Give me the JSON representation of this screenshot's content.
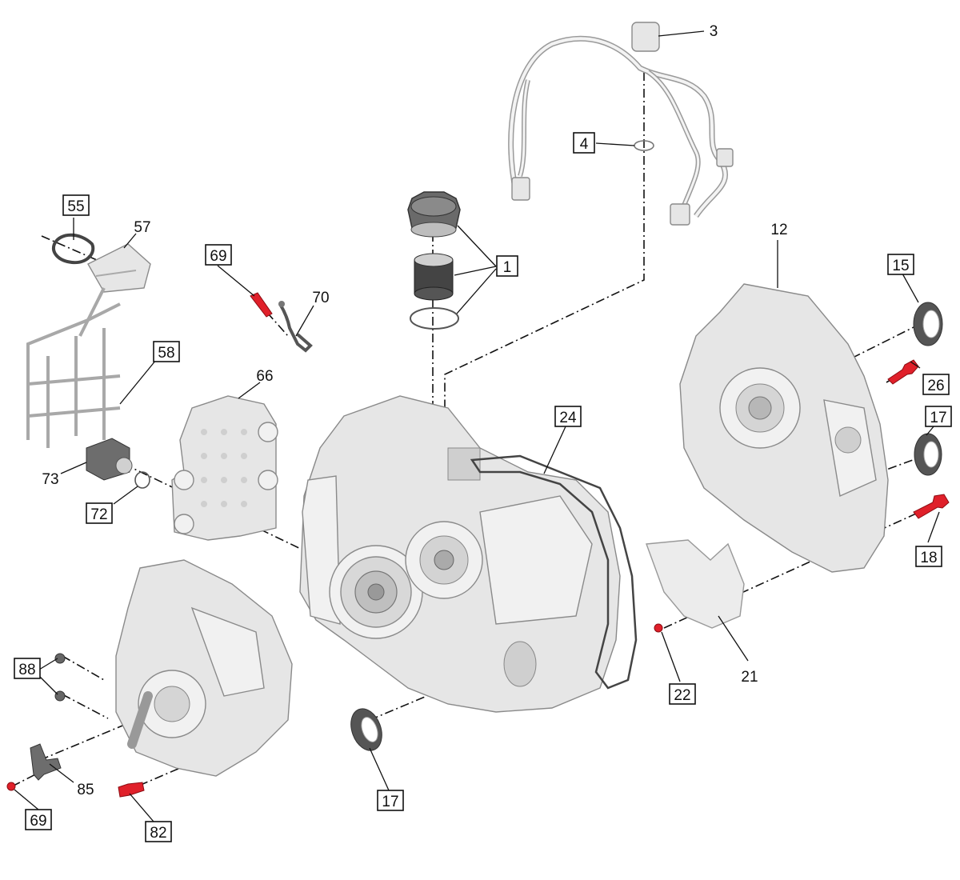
{
  "callouts": [
    {
      "id": "c1",
      "label": "1",
      "boxed": true
    },
    {
      "id": "c3",
      "label": "3",
      "boxed": false
    },
    {
      "id": "c4",
      "label": "4",
      "boxed": true
    },
    {
      "id": "c12",
      "label": "12",
      "boxed": false
    },
    {
      "id": "c15",
      "label": "15",
      "boxed": true
    },
    {
      "id": "c17a",
      "label": "17",
      "boxed": true
    },
    {
      "id": "c17b",
      "label": "17",
      "boxed": true
    },
    {
      "id": "c18",
      "label": "18",
      "boxed": true
    },
    {
      "id": "c21",
      "label": "21",
      "boxed": false
    },
    {
      "id": "c22",
      "label": "22",
      "boxed": true
    },
    {
      "id": "c24",
      "label": "24",
      "boxed": true
    },
    {
      "id": "c26",
      "label": "26",
      "boxed": true
    },
    {
      "id": "c55",
      "label": "55",
      "boxed": true
    },
    {
      "id": "c57",
      "label": "57",
      "boxed": false
    },
    {
      "id": "c58",
      "label": "58",
      "boxed": true
    },
    {
      "id": "c66",
      "label": "66",
      "boxed": false
    },
    {
      "id": "c69a",
      "label": "69",
      "boxed": true
    },
    {
      "id": "c69b",
      "label": "69",
      "boxed": true
    },
    {
      "id": "c70",
      "label": "70",
      "boxed": false
    },
    {
      "id": "c72",
      "label": "72",
      "boxed": true
    },
    {
      "id": "c73",
      "label": "73",
      "boxed": false
    },
    {
      "id": "c82",
      "label": "82",
      "boxed": true
    },
    {
      "id": "c85",
      "label": "85",
      "boxed": false
    },
    {
      "id": "c88",
      "label": "88",
      "boxed": true
    }
  ],
  "colors": {
    "background": "#ffffff",
    "line": "#111111",
    "part": "#e6e6e6",
    "fastener": "#e0202a"
  }
}
